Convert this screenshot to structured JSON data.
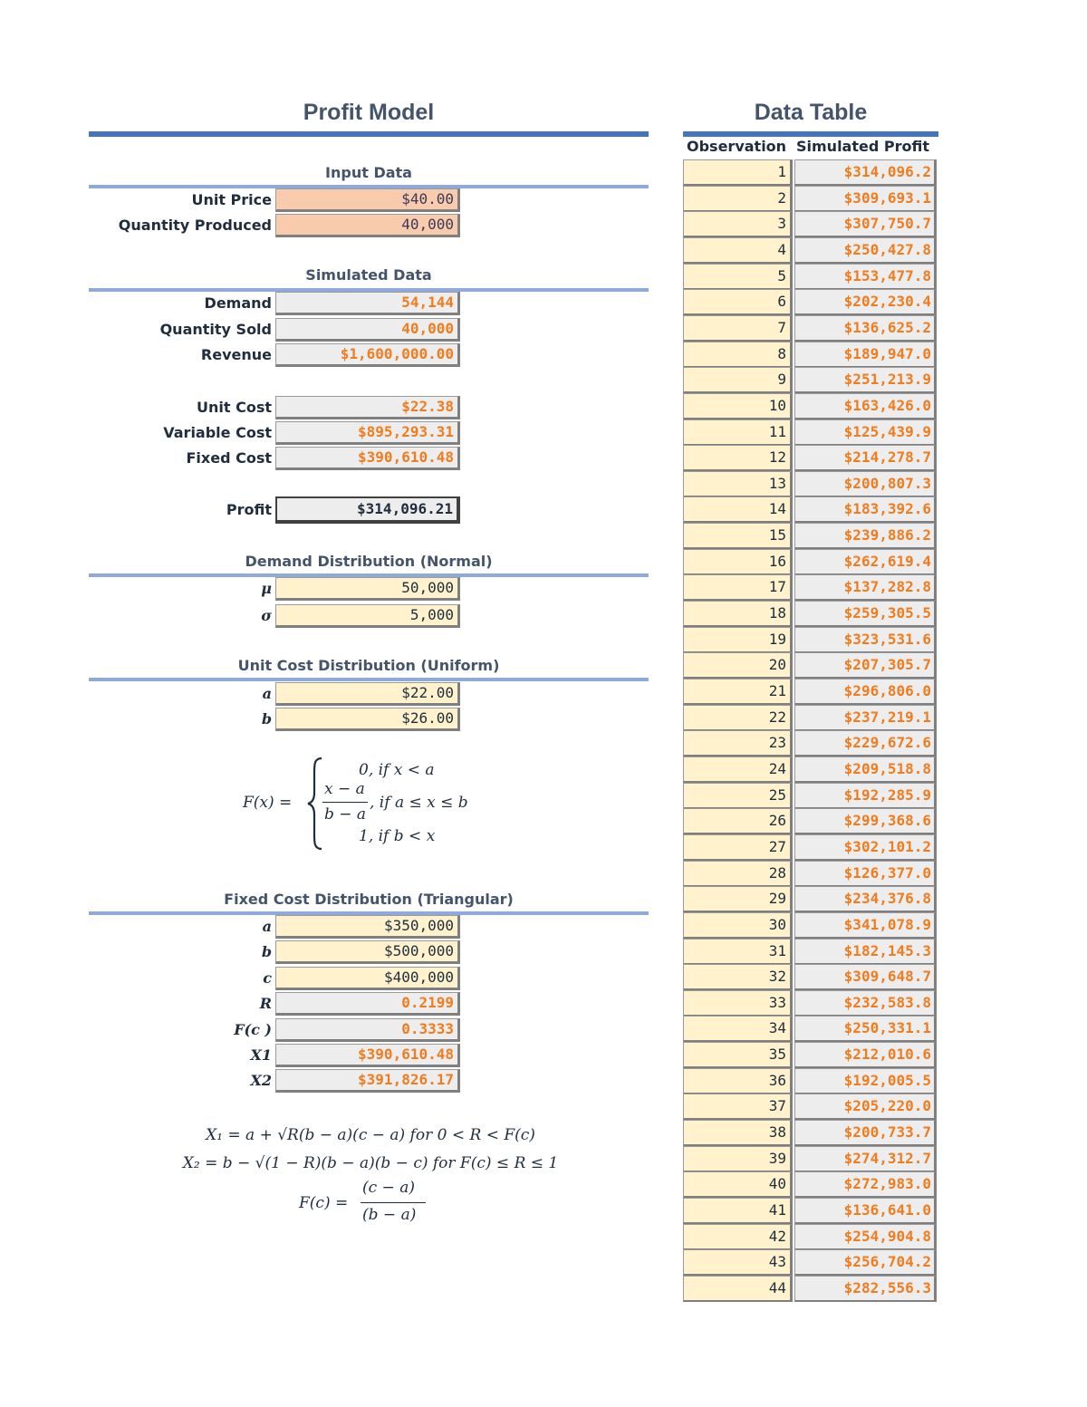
{
  "profit_model": {
    "title": "Profit Model",
    "input": {
      "heading": "Input Data",
      "unit_price_label": "Unit Price",
      "unit_price": "$40.00",
      "qty_produced_label": "Quantity Produced",
      "qty_produced": "40,000"
    },
    "simulated": {
      "heading": "Simulated Data",
      "demand_label": "Demand",
      "demand": "54,144",
      "qty_sold_label": "Quantity Sold",
      "qty_sold": "40,000",
      "revenue_label": "Revenue",
      "revenue": "$1,600,000.00",
      "unit_cost_label": "Unit Cost",
      "unit_cost": "$22.38",
      "variable_cost_label": "Variable Cost",
      "variable_cost": "$895,293.31",
      "fixed_cost_label": "Fixed Cost",
      "fixed_cost": "$390,610.48",
      "profit_label": "Profit",
      "profit": "$314,096.21"
    },
    "demand_dist": {
      "heading": "Demand Distribution (Normal)",
      "mu_label": "μ",
      "mu": "50,000",
      "sigma_label": "σ",
      "sigma": "5,000"
    },
    "unit_cost_dist": {
      "heading": "Unit Cost Distribution (Uniform)",
      "a_label": "a",
      "a": "$22.00",
      "b_label": "b",
      "b": "$26.00"
    },
    "fixed_cost_dist": {
      "heading": "Fixed Cost Distribution (Triangular)",
      "a_label": "a",
      "a": "$350,000",
      "b_label": "b",
      "b": "$500,000",
      "c_label": "c",
      "c": "$400,000",
      "r_label": "R",
      "r": "0.2199",
      "fc_label": "F(c )",
      "fc": "0.3333",
      "x1_label": "X1",
      "x1": "$390,610.48",
      "x2_label": "X2",
      "x2": "$391,826.17"
    }
  },
  "data_table": {
    "title": "Data Table",
    "col_observation": "Observation",
    "col_profit": "Simulated Profit",
    "rows": [
      [
        "1",
        "$314,096.2"
      ],
      [
        "2",
        "$309,693.1"
      ],
      [
        "3",
        "$307,750.7"
      ],
      [
        "4",
        "$250,427.8"
      ],
      [
        "5",
        "$153,477.8"
      ],
      [
        "6",
        "$202,230.4"
      ],
      [
        "7",
        "$136,625.2"
      ],
      [
        "8",
        "$189,947.0"
      ],
      [
        "9",
        "$251,213.9"
      ],
      [
        "10",
        "$163,426.0"
      ],
      [
        "11",
        "$125,439.9"
      ],
      [
        "12",
        "$214,278.7"
      ],
      [
        "13",
        "$200,807.3"
      ],
      [
        "14",
        "$183,392.6"
      ],
      [
        "15",
        "$239,886.2"
      ],
      [
        "16",
        "$262,619.4"
      ],
      [
        "17",
        "$137,282.8"
      ],
      [
        "18",
        "$259,305.5"
      ],
      [
        "19",
        "$323,531.6"
      ],
      [
        "20",
        "$207,305.7"
      ],
      [
        "21",
        "$296,806.0"
      ],
      [
        "22",
        "$237,219.1"
      ],
      [
        "23",
        "$229,672.6"
      ],
      [
        "24",
        "$209,518.8"
      ],
      [
        "25",
        "$192,285.9"
      ],
      [
        "26",
        "$299,368.6"
      ],
      [
        "27",
        "$302,101.2"
      ],
      [
        "28",
        "$126,377.0"
      ],
      [
        "29",
        "$234,376.8"
      ],
      [
        "30",
        "$341,078.9"
      ],
      [
        "31",
        "$182,145.3"
      ],
      [
        "32",
        "$309,648.7"
      ],
      [
        "33",
        "$232,583.8"
      ],
      [
        "34",
        "$250,331.1"
      ],
      [
        "35",
        "$212,010.6"
      ],
      [
        "36",
        "$192,005.5"
      ],
      [
        "37",
        "$205,220.0"
      ],
      [
        "38",
        "$200,733.7"
      ],
      [
        "39",
        "$274,312.7"
      ],
      [
        "40",
        "$272,983.0"
      ],
      [
        "41",
        "$136,641.0"
      ],
      [
        "42",
        "$254,904.8"
      ],
      [
        "43",
        "$256,704.2"
      ],
      [
        "44",
        "$282,556.3"
      ]
    ]
  },
  "formulas": {
    "uniform_lhs": "F(x) =",
    "uniform_case1": "0, if x < a",
    "uniform_num": "x − a",
    "uniform_den": "b − a",
    "uniform_case2_cond": ", if a ≤ x ≤ b",
    "uniform_case3": "1, if b < x",
    "tri_x1": "X₁ = a + √R(b − a)(c − a) for 0 < R < F(c)",
    "tri_x2": "X₂ = b − √(1 − R)(b − a)(b − c) for F(c) ≤ R ≤ 1",
    "tri_fc_lhs": "F(c) =",
    "tri_fc_num": "(c − a)",
    "tri_fc_den": "(b − a)"
  }
}
